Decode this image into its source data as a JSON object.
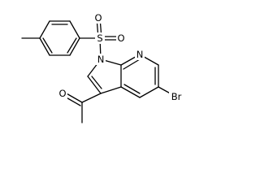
{
  "molecule": {
    "atoms": {
      "nitrogen_pyrrole": "N",
      "nitrogen_pyridine": "N",
      "sulfur": "S",
      "oxygen_sulfonyl_top": "O",
      "oxygen_sulfonyl_right": "O",
      "oxygen_carbonyl": "O",
      "bromine": "Br"
    }
  }
}
